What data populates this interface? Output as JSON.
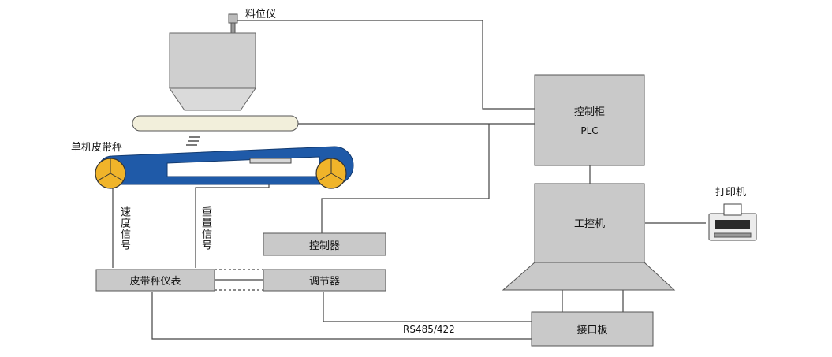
{
  "labels": {
    "level_meter": "料位仪",
    "scale_name": "单机皮带秤",
    "speed_signal": "速度信号",
    "weight_signal": "重量信号",
    "controller": "控制器",
    "regulator": "调节器",
    "scale_instrument": "皮带秤仪表",
    "control_cabinet": "控制柜",
    "plc": "PLC",
    "ipc": "工控机",
    "printer": "打印机",
    "interface_board": "接口板",
    "rs485": "RS485/422"
  },
  "colors": {
    "box_fill": "#c9c9c9",
    "box_stroke": "#555555",
    "belt_fill": "#1f5aa8",
    "roller_fill": "#f0b42a",
    "hopper_fill": "#cfcfcf",
    "screw_fill": "#f2efdb",
    "line": "#444444"
  }
}
